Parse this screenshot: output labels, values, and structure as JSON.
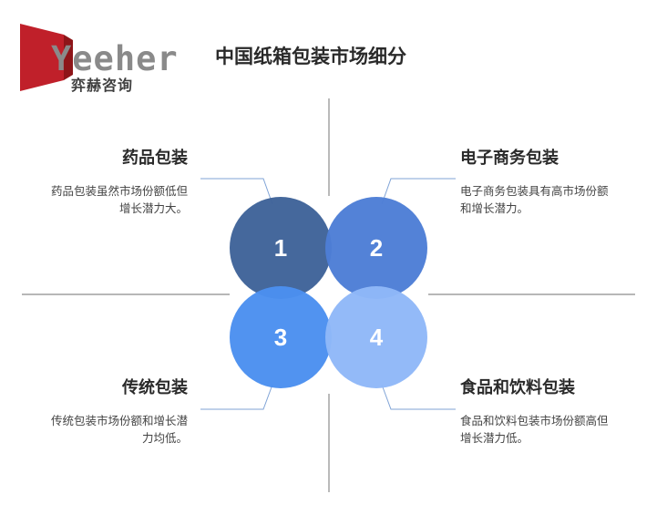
{
  "logo": {
    "word": "Yeeher",
    "sub": "弈赫咨询",
    "brand_color": "#c0202a"
  },
  "title": "中国纸箱包装市场细分",
  "segments": [
    {
      "number": "1",
      "title": "药品包装",
      "desc": "药品包装虽然市场份额低但增长潜力大。",
      "color": "#3f6399"
    },
    {
      "number": "2",
      "title": "电子商务包装",
      "desc": "电子商务包装具有高市场份额和增长潜力。",
      "color": "#4d7ed6"
    },
    {
      "number": "3",
      "title": "传统包装",
      "desc": "传统包装市场份额和增长潜力均低。",
      "color": "#4b8ff0"
    },
    {
      "number": "4",
      "title": "食品和饮料包装",
      "desc": "食品和饮料包装市场份额高但增长潜力低。",
      "color": "#8fb8f8"
    }
  ]
}
